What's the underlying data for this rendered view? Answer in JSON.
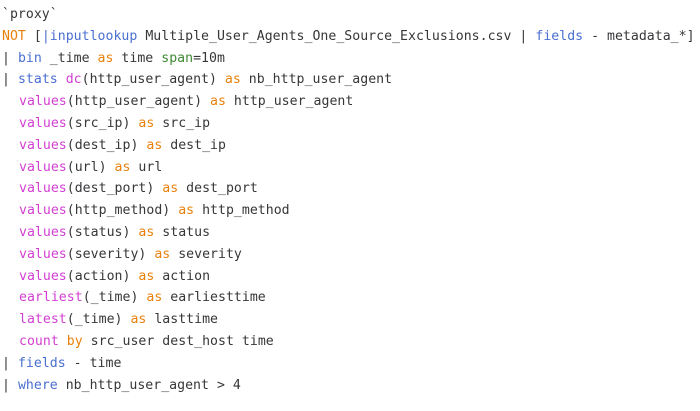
{
  "editor": {
    "name": "spl-query-editor",
    "language": "splunk-spl",
    "background_color": "#ffffff",
    "palette": {
      "plain": "#37373a",
      "command": "#4a6fd0",
      "function": "#d23fd2",
      "operator": "#e8810c",
      "argument": "#3e8a32",
      "pipe": "#4a6fd0"
    },
    "full_text": "`proxy`\nNOT [|inputlookup Multiple_User_Agents_One_Source_Exclusions.csv | fields - metadata_*]\n| bin _time as time span=10m\n| stats dc(http_user_agent) as nb_http_user_agent\n  values(http_user_agent) as http_user_agent\n  values(src_ip) as src_ip\n  values(dest_ip) as dest_ip\n  values(url) as url\n  values(dest_port) as dest_port\n  values(http_method) as http_method\n  values(status) as status\n  values(severity) as severity\n  values(action) as action\n  earliest(_time) as earliesttime\n  latest(_time) as lasttime\n  count by src_user dest_host time\n| fields - time\n| where nb_http_user_agent > 4",
    "lines": [
      {
        "indent": 0,
        "tokens": [
          {
            "t": "`proxy`",
            "k": "plain"
          }
        ]
      },
      {
        "indent": 0,
        "tokens": [
          {
            "t": "NOT",
            "k": "operator"
          },
          {
            "t": " ",
            "k": "plain"
          },
          {
            "t": "[",
            "k": "punct"
          },
          {
            "t": "|",
            "k": "pipe"
          },
          {
            "t": "inputlookup",
            "k": "command"
          },
          {
            "t": " Multiple_User_Agents_One_Source_Exclusions.csv ",
            "k": "plain"
          },
          {
            "t": "|",
            "k": "punct"
          },
          {
            "t": " ",
            "k": "plain"
          },
          {
            "t": "fields",
            "k": "command"
          },
          {
            "t": " - metadata_*]",
            "k": "plain"
          }
        ]
      },
      {
        "indent": 1,
        "tokens": [
          {
            "t": "|",
            "k": "punct"
          },
          {
            "t": " ",
            "k": "plain"
          },
          {
            "t": "bin",
            "k": "command"
          },
          {
            "t": " _time ",
            "k": "plain"
          },
          {
            "t": "as",
            "k": "operator"
          },
          {
            "t": " time ",
            "k": "plain"
          },
          {
            "t": "span",
            "k": "argument"
          },
          {
            "t": "=10m",
            "k": "plain"
          }
        ]
      },
      {
        "indent": 1,
        "tokens": [
          {
            "t": "|",
            "k": "punct"
          },
          {
            "t": " ",
            "k": "plain"
          },
          {
            "t": "stats",
            "k": "command"
          },
          {
            "t": " ",
            "k": "plain"
          },
          {
            "t": "dc",
            "k": "function"
          },
          {
            "t": "(http_user_agent) ",
            "k": "plain"
          },
          {
            "t": "as",
            "k": "operator"
          },
          {
            "t": " nb_http_user_agent",
            "k": "plain"
          }
        ]
      },
      {
        "indent": 2,
        "tokens": [
          {
            "t": "values",
            "k": "function"
          },
          {
            "t": "(http_user_agent) ",
            "k": "plain"
          },
          {
            "t": "as",
            "k": "operator"
          },
          {
            "t": " http_user_agent",
            "k": "plain"
          }
        ]
      },
      {
        "indent": 2,
        "tokens": [
          {
            "t": "values",
            "k": "function"
          },
          {
            "t": "(src_ip) ",
            "k": "plain"
          },
          {
            "t": "as",
            "k": "operator"
          },
          {
            "t": " src_ip",
            "k": "plain"
          }
        ]
      },
      {
        "indent": 2,
        "tokens": [
          {
            "t": "values",
            "k": "function"
          },
          {
            "t": "(dest_ip) ",
            "k": "plain"
          },
          {
            "t": "as",
            "k": "operator"
          },
          {
            "t": " dest_ip",
            "k": "plain"
          }
        ]
      },
      {
        "indent": 2,
        "tokens": [
          {
            "t": "values",
            "k": "function"
          },
          {
            "t": "(url) ",
            "k": "plain"
          },
          {
            "t": "as",
            "k": "operator"
          },
          {
            "t": " url",
            "k": "plain"
          }
        ]
      },
      {
        "indent": 2,
        "tokens": [
          {
            "t": "values",
            "k": "function"
          },
          {
            "t": "(dest_port) ",
            "k": "plain"
          },
          {
            "t": "as",
            "k": "operator"
          },
          {
            "t": " dest_port",
            "k": "plain"
          }
        ]
      },
      {
        "indent": 2,
        "tokens": [
          {
            "t": "values",
            "k": "function"
          },
          {
            "t": "(http_method) ",
            "k": "plain"
          },
          {
            "t": "as",
            "k": "operator"
          },
          {
            "t": " http_method",
            "k": "plain"
          }
        ]
      },
      {
        "indent": 2,
        "tokens": [
          {
            "t": "values",
            "k": "function"
          },
          {
            "t": "(status) ",
            "k": "plain"
          },
          {
            "t": "as",
            "k": "operator"
          },
          {
            "t": " status",
            "k": "plain"
          }
        ]
      },
      {
        "indent": 2,
        "tokens": [
          {
            "t": "values",
            "k": "function"
          },
          {
            "t": "(severity) ",
            "k": "plain"
          },
          {
            "t": "as",
            "k": "operator"
          },
          {
            "t": " severity",
            "k": "plain"
          }
        ]
      },
      {
        "indent": 2,
        "tokens": [
          {
            "t": "values",
            "k": "function"
          },
          {
            "t": "(action) ",
            "k": "plain"
          },
          {
            "t": "as",
            "k": "operator"
          },
          {
            "t": " action",
            "k": "plain"
          }
        ]
      },
      {
        "indent": 2,
        "tokens": [
          {
            "t": "earliest",
            "k": "function"
          },
          {
            "t": "(_time) ",
            "k": "plain"
          },
          {
            "t": "as",
            "k": "operator"
          },
          {
            "t": " earliesttime",
            "k": "plain"
          }
        ]
      },
      {
        "indent": 2,
        "tokens": [
          {
            "t": "latest",
            "k": "function"
          },
          {
            "t": "(_time) ",
            "k": "plain"
          },
          {
            "t": "as",
            "k": "operator"
          },
          {
            "t": " lasttime",
            "k": "plain"
          }
        ]
      },
      {
        "indent": 2,
        "tokens": [
          {
            "t": "count",
            "k": "function"
          },
          {
            "t": " ",
            "k": "plain"
          },
          {
            "t": "by",
            "k": "operator"
          },
          {
            "t": " src_user dest_host time",
            "k": "plain"
          }
        ]
      },
      {
        "indent": 1,
        "tokens": [
          {
            "t": "|",
            "k": "punct"
          },
          {
            "t": " ",
            "k": "plain"
          },
          {
            "t": "fields",
            "k": "command"
          },
          {
            "t": " - time",
            "k": "plain"
          }
        ]
      },
      {
        "indent": 1,
        "tokens": [
          {
            "t": "|",
            "k": "punct"
          },
          {
            "t": " ",
            "k": "plain"
          },
          {
            "t": "where",
            "k": "command"
          },
          {
            "t": " nb_http_user_agent > 4",
            "k": "plain"
          }
        ]
      }
    ]
  }
}
